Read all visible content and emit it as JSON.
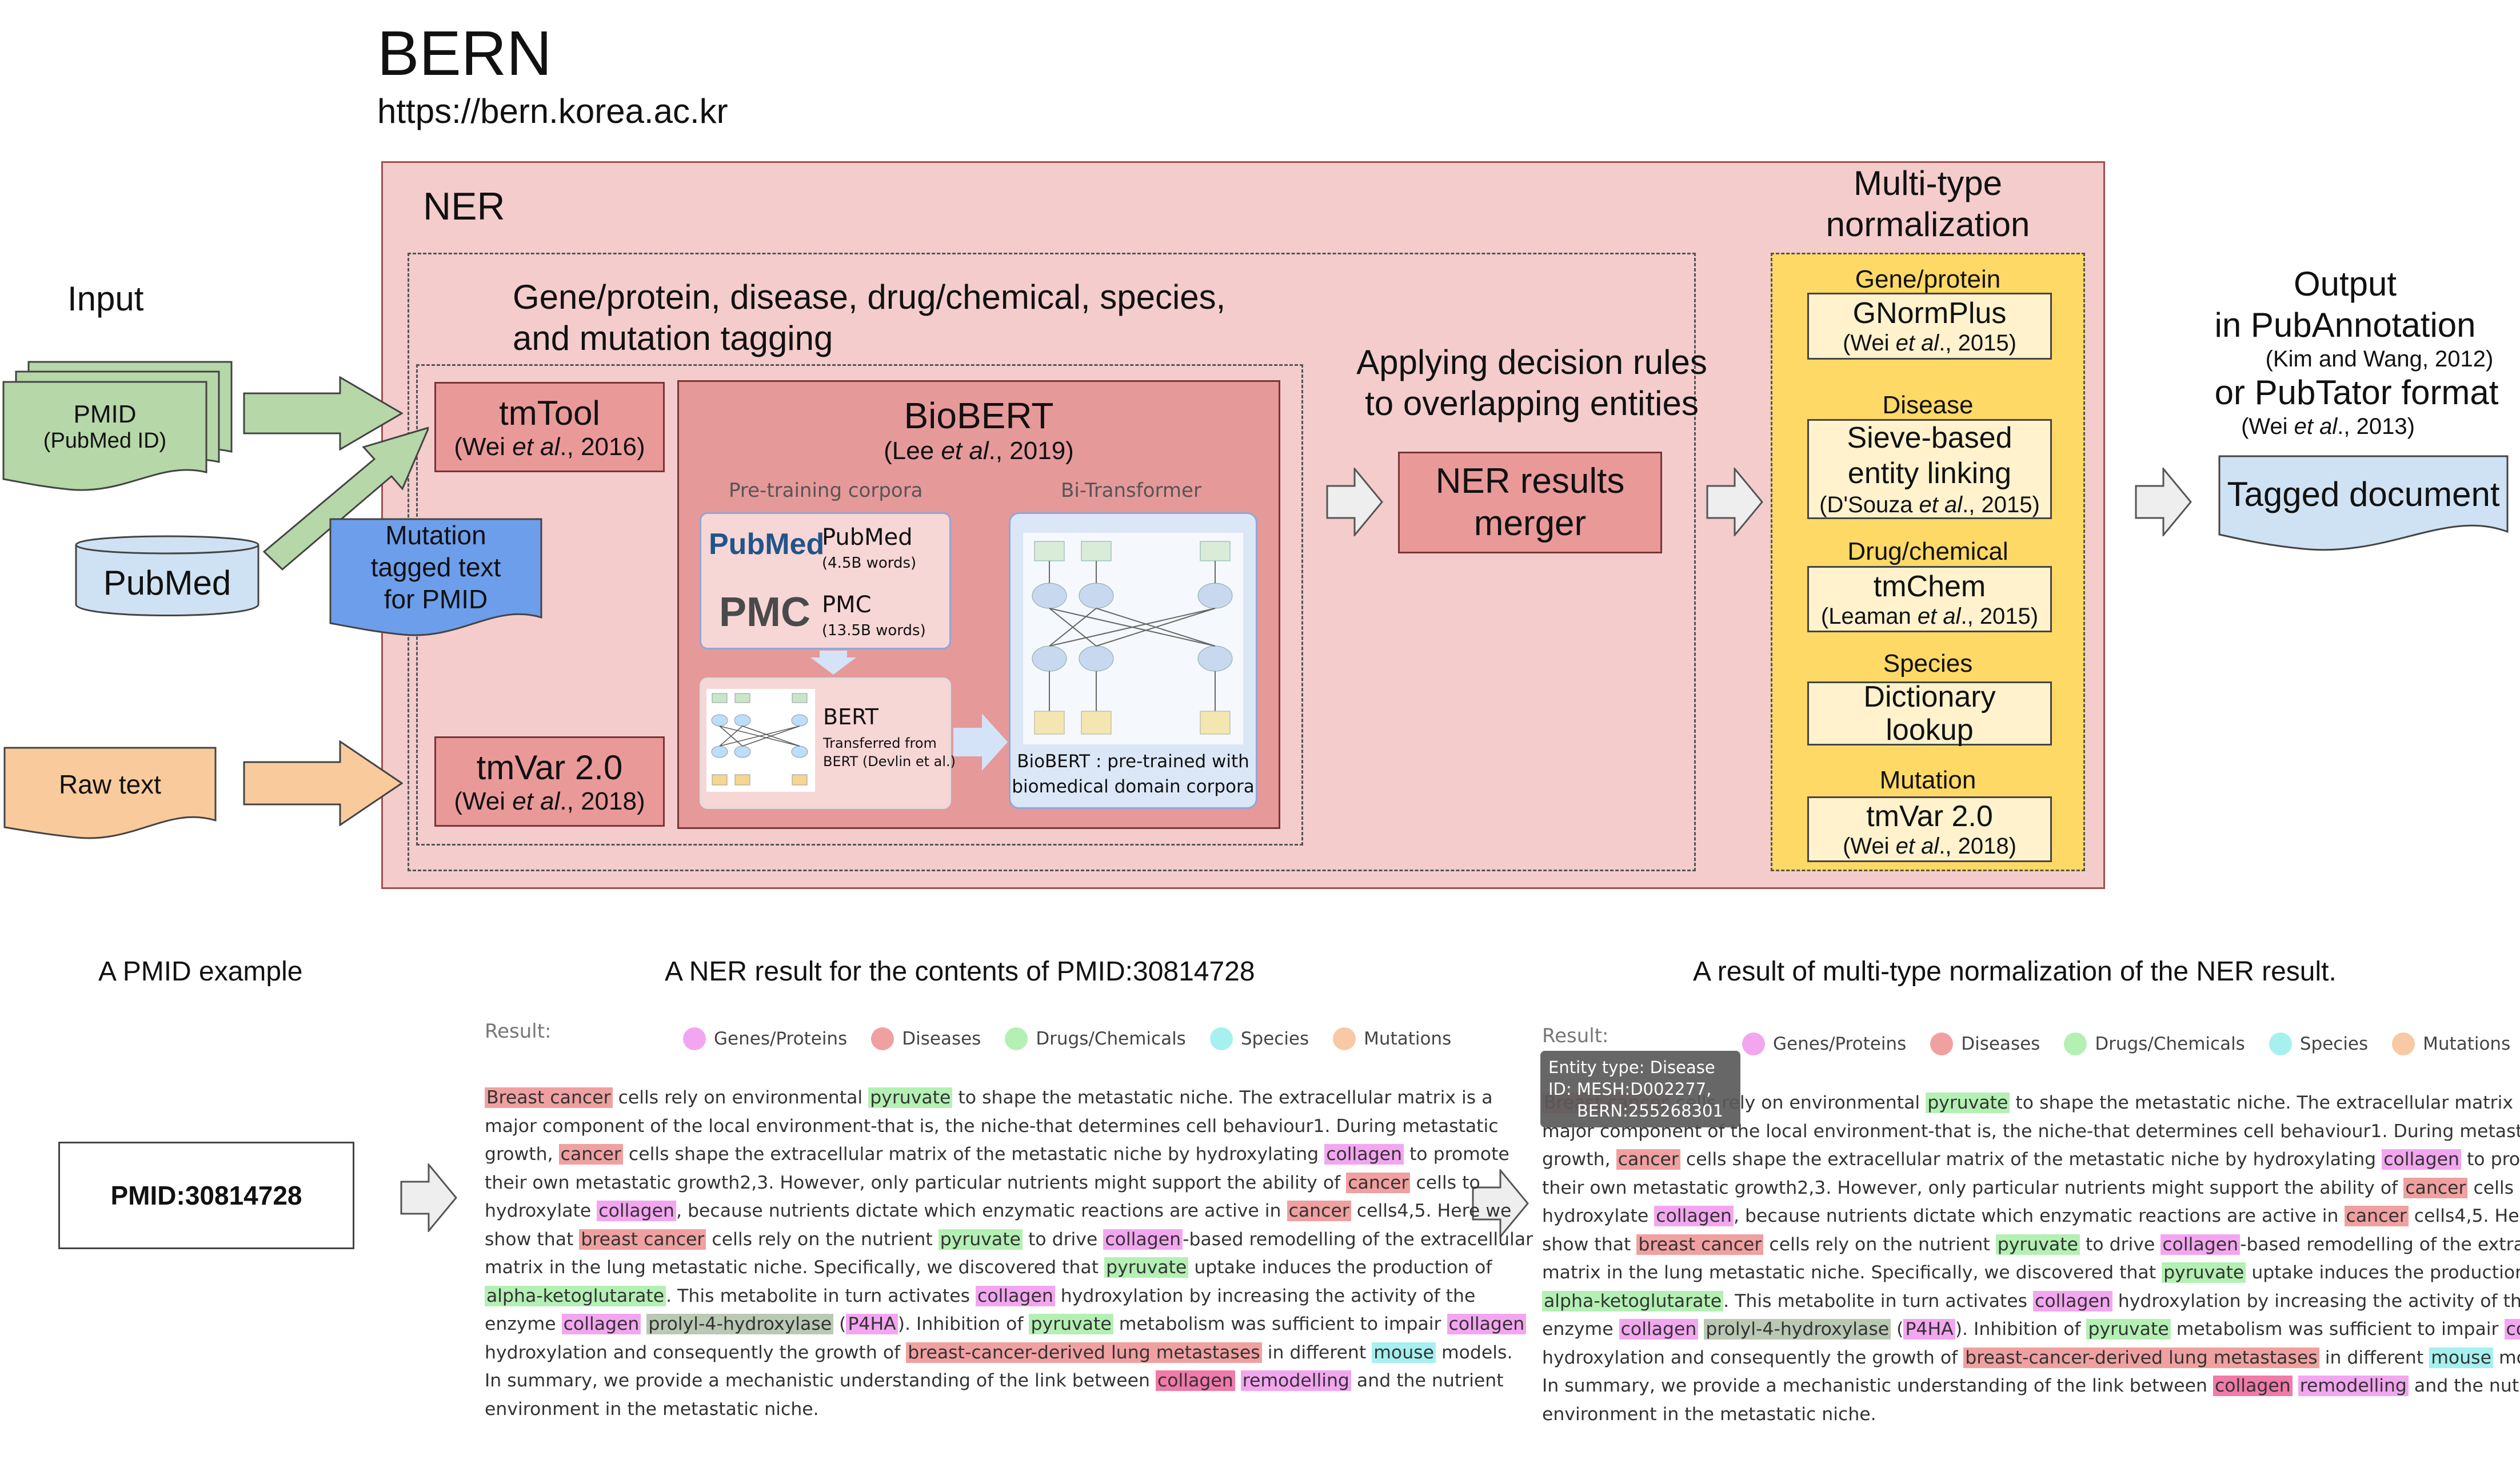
{
  "header": {
    "title": "BERN",
    "url": "https://bern.korea.ac.kr"
  },
  "input": {
    "label": "Input",
    "pmid": "PMID",
    "pmid_sub": "(PubMed ID)",
    "pubmed": "PubMed",
    "mutation": [
      "Mutation",
      "tagged text",
      "for PMID"
    ],
    "raw": "Raw text"
  },
  "ner": {
    "label": "NER",
    "tagging": [
      "Gene/protein, disease, drug/chemical, species,",
      "and mutation tagging"
    ],
    "tmtool": {
      "name": "tmTool",
      "cite_pre": "(Wei ",
      "cite_em": "et al",
      "cite_post": "., 2016)"
    },
    "tmvar": {
      "name": "tmVar 2.0",
      "cite_pre": "(Wei ",
      "cite_em": "et al",
      "cite_post": "., 2018)"
    },
    "biobert": {
      "name": "BioBERT",
      "cite_pre": "(Lee ",
      "cite_em": "et al",
      "cite_post": "., 2019)",
      "pretraining": "Pre-training corpora",
      "bitransformer": "Bi-Transformer",
      "pubmed_name": "PubMed",
      "pubmed_words": "(4.5B words)",
      "pmc_name": "PMC",
      "pmc_words": "(13.5B words)",
      "bert_name": "BERT",
      "bert_desc": [
        "Transferred from",
        "BERT (Devlin et al.)"
      ],
      "caption": [
        "BioBERT : pre-trained with",
        "biomedical domain corpora"
      ],
      "pubmed_logo": "PubMed",
      "pmc_logo": "PMC"
    },
    "rules": [
      "Applying decision rules",
      "to overlapping entities"
    ],
    "merger": [
      "NER results",
      "merger"
    ]
  },
  "normalization": {
    "title": [
      "Multi-type",
      "normalization"
    ],
    "groups": [
      {
        "type": "Gene/protein",
        "lines": [
          "GNormPlus"
        ],
        "cite_pre": "(Wei ",
        "cite_em": "et al",
        "cite_post": "., 2015)"
      },
      {
        "type": "Disease",
        "lines": [
          "Sieve-based",
          "entity linking"
        ],
        "cite_pre": "(D'Souza ",
        "cite_em": "et al",
        "cite_post": "., 2015)"
      },
      {
        "type": "Drug/chemical",
        "lines": [
          "tmChem"
        ],
        "cite_pre": "(Leaman ",
        "cite_em": "et al",
        "cite_post": "., 2015)"
      },
      {
        "type": "Species",
        "lines": [
          "Dictionary",
          "lookup"
        ]
      },
      {
        "type": "Mutation",
        "lines": [
          "tmVar 2.0"
        ],
        "cite_pre": "(Wei ",
        "cite_em": "et al",
        "cite_post": "., 2018)"
      }
    ]
  },
  "output": {
    "title1": "Output",
    "title2": "in PubAnnotation",
    "cite1": "(Kim and Wang, 2012)",
    "title3": "or PubTator format",
    "cite2_pre": "(Wei ",
    "cite2_em": "et al",
    "cite2_post": "., 2013)",
    "doc": "Tagged document"
  },
  "example": {
    "pmid_label": "A PMID example",
    "pmid_value": "PMID:30814728",
    "ner_label": "A NER result for the contents of PMID:30814728",
    "norm_label": "A result of multi-type normalization of the NER result.",
    "result_label": "Result:",
    "legend": [
      "Genes/Proteins",
      "Diseases",
      "Drugs/Chemicals",
      "Species",
      "Mutations"
    ],
    "tooltip": [
      "Entity type: Disease",
      "ID: MESH:D002277,",
      "BERN:255268301"
    ],
    "colors": {
      "gene": "#f3a6f0",
      "disease": "#f0a0a0",
      "drug": "#b4f0b4",
      "species": "#a6f0f0",
      "mutation": "#f8c9a4"
    },
    "lines": [
      [
        [
          "Breast cancer",
          "disease"
        ],
        [
          " cells rely on environmental ",
          ""
        ],
        [
          "pyruvate",
          "drug"
        ],
        [
          " to shape the metastatic niche. The extracellular matrix is a",
          ""
        ]
      ],
      [
        [
          "major component of the local environment-that is, the niche-that determines cell behaviour1. During metastatic",
          ""
        ]
      ],
      [
        [
          "growth, ",
          ""
        ],
        [
          "cancer",
          "disease"
        ],
        [
          " cells shape the extracellular matrix of the metastatic niche by hydroxylating ",
          ""
        ],
        [
          "collagen",
          "gene"
        ],
        [
          " to promote",
          ""
        ]
      ],
      [
        [
          "their own metastatic growth2,3. However, only particular nutrients might support the ability of ",
          ""
        ],
        [
          "cancer",
          "disease"
        ],
        [
          " cells to",
          ""
        ]
      ],
      [
        [
          "hydroxylate ",
          ""
        ],
        [
          "collagen",
          "gene"
        ],
        [
          ", because nutrients dictate which enzymatic reactions are active in ",
          ""
        ],
        [
          "cancer",
          "disease"
        ],
        [
          " cells4,5. Here we",
          ""
        ]
      ],
      [
        [
          "show that ",
          ""
        ],
        [
          "breast cancer",
          "disease"
        ],
        [
          " cells rely on the nutrient ",
          ""
        ],
        [
          "pyruvate",
          "drug"
        ],
        [
          " to drive ",
          ""
        ],
        [
          "collagen",
          "gene"
        ],
        [
          "-based remodelling of the extracellular",
          ""
        ]
      ],
      [
        [
          "matrix in the lung metastatic niche. Specifically, we discovered that ",
          ""
        ],
        [
          "pyruvate",
          "drug"
        ],
        [
          " uptake induces the production of",
          ""
        ]
      ],
      [
        [
          "alpha-ketoglutarate",
          "drug"
        ],
        [
          ". This metabolite in turn activates ",
          ""
        ],
        [
          "collagen",
          "gene"
        ],
        [
          " hydroxylation by increasing the activity of the",
          ""
        ]
      ],
      [
        [
          "enzyme ",
          ""
        ],
        [
          "collagen",
          "gene"
        ],
        [
          " ",
          ""
        ],
        [
          "prolyl-4-hydroxylase",
          "gray"
        ],
        [
          " (",
          ""
        ],
        [
          "P4HA",
          "gene"
        ],
        [
          "). Inhibition of ",
          ""
        ],
        [
          "pyruvate",
          "drug"
        ],
        [
          " metabolism was sufficient to impair ",
          ""
        ],
        [
          "collagen",
          "gene"
        ]
      ],
      [
        [
          "hydroxylation and consequently the growth of ",
          ""
        ],
        [
          "breast-cancer-derived lung metastases",
          "disease"
        ],
        [
          " in different ",
          ""
        ],
        [
          "mouse",
          "species"
        ],
        [
          " models.",
          ""
        ]
      ],
      [
        [
          "In summary, we provide a mechanistic understanding of the link between ",
          ""
        ],
        [
          "collagen",
          "dark"
        ],
        [
          " ",
          ""
        ],
        [
          "remodelling",
          "gene"
        ],
        [
          " and the nutrient",
          ""
        ]
      ],
      [
        [
          "environment in the metastatic niche.",
          ""
        ]
      ]
    ]
  }
}
